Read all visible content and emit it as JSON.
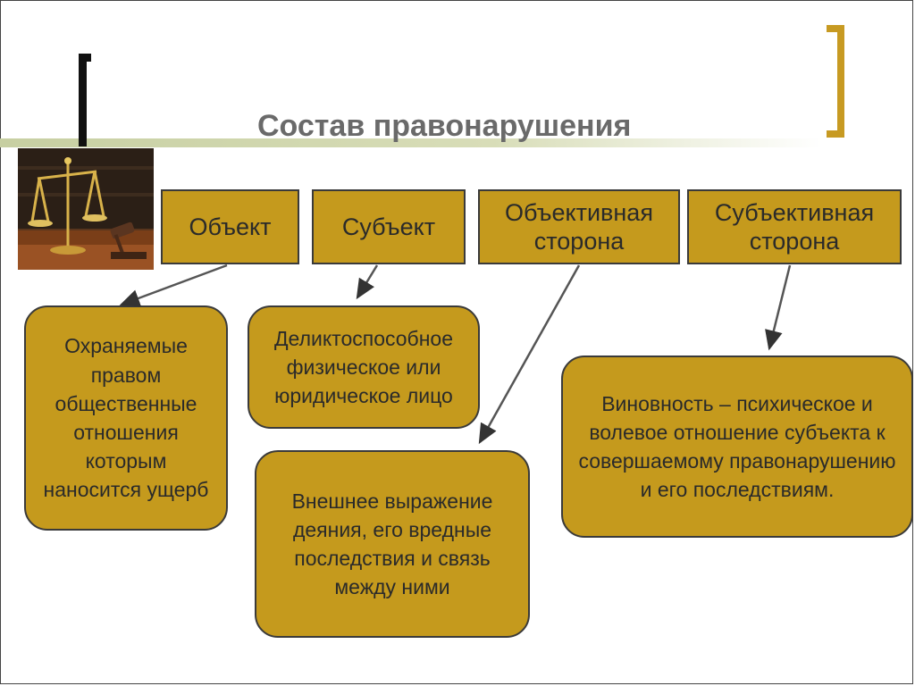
{
  "title": "Состав правонарушения",
  "headers": [
    {
      "line1": "Объект",
      "line2": ""
    },
    {
      "line1": "Субъект",
      "line2": ""
    },
    {
      "line1": "Объективная",
      "line2": "сторона"
    },
    {
      "line1": "Субъективная",
      "line2": "сторона"
    }
  ],
  "details": {
    "object": "Охраняемые правом общественные отношения которым наносится ущерб",
    "subject": "Деликтоспособное физическое или юридическое лицо",
    "objective": "Внешнее выражение деяния, его вредные последствия и связь между ними",
    "subjective": "Виновность – психическое и волевое отношение субъекта к совершаемому правонарушению и его последствиям."
  },
  "colors": {
    "box_fill": "#c59a1d",
    "border": "#3a3a3a",
    "accent": "#c79a22",
    "title": "#6a6a6a"
  },
  "icons": [
    "scales-of-justice-icon",
    "gavel-icon"
  ]
}
